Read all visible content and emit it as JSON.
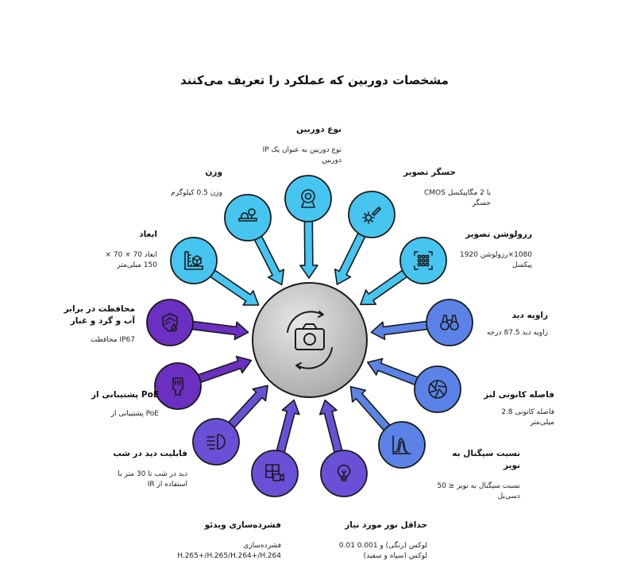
{
  "title": "مشخصات دوربین که عملکرد را تعریف می‌کنند",
  "center_icon": "camera-rotate-icon",
  "colors": {
    "center_fill": "#c4c4c4",
    "cyan": "#45c5ef",
    "blue": "#5b82e6",
    "indigo": "#6a50d6",
    "purple": "#6b2fc2",
    "outline": "#1a1a1a"
  },
  "specs": [
    {
      "key": "camera_type",
      "title": "نوع دوربین",
      "desc": "نوع دوربین به عنوان یک IP دوربین",
      "icon": "webcam-icon"
    },
    {
      "key": "sensor",
      "title": "حسگر تصویر",
      "desc": "با 2 مگاپیکسل CMOS حسگر",
      "icon": "sensor-chip-icon"
    },
    {
      "key": "resolution",
      "title": "رزولوشن تصویر",
      "desc": "1080×رزولوشن 1920 پیکسل",
      "icon": "pixel-grid-icon"
    },
    {
      "key": "view_angle",
      "title": "زاویه دید",
      "desc": "زاویه دید 87.5 درجه",
      "icon": "binoculars-icon"
    },
    {
      "key": "focal_length",
      "title": "فاصله کانونی لنز",
      "desc": "فاصله کانونی 2.8 میلی‌متر",
      "icon": "aperture-icon"
    },
    {
      "key": "snr",
      "title": "نسبت سیگنال به نویز",
      "desc": "نسبت سیگنال به نویز ≤ 50 دسی‌بل",
      "icon": "signal-wave-icon"
    },
    {
      "key": "min_light",
      "title": "حداقل نور مورد نیاز",
      "desc": "لوکس (رنگی) و 0.001 0.01 لوکس (سیاه و سفید)",
      "icon": "light-bulb-icon"
    },
    {
      "key": "compression",
      "title": "فشرده‌سازی ویدئو",
      "desc": "فشرده‌سازی H.265+/H.265/H.264+/H.264",
      "icon": "video-grid-icon"
    },
    {
      "key": "night_vision",
      "title": "قابلیت دید در شب",
      "desc": "دید در شب تا 30 متر با استفاده از IR",
      "icon": "headlight-icon"
    },
    {
      "key": "poe",
      "title": "PoE پشتیبانی از",
      "desc": "PoE پشتیبانی از",
      "icon": "ethernet-icon"
    },
    {
      "key": "protection",
      "title": "محافظت در برابر آب و گرد و غبار",
      "desc": "IP67 محافظت",
      "icon": "shield-water-icon"
    },
    {
      "key": "dimensions",
      "title": "ابعاد",
      "desc": "ابعاد 70 × 70 × 150 میلی‌متر",
      "icon": "ruler-box-icon"
    },
    {
      "key": "weight",
      "title": "وزن",
      "desc": "وزن 0.5 کیلوگرم",
      "icon": "scale-icon"
    }
  ]
}
